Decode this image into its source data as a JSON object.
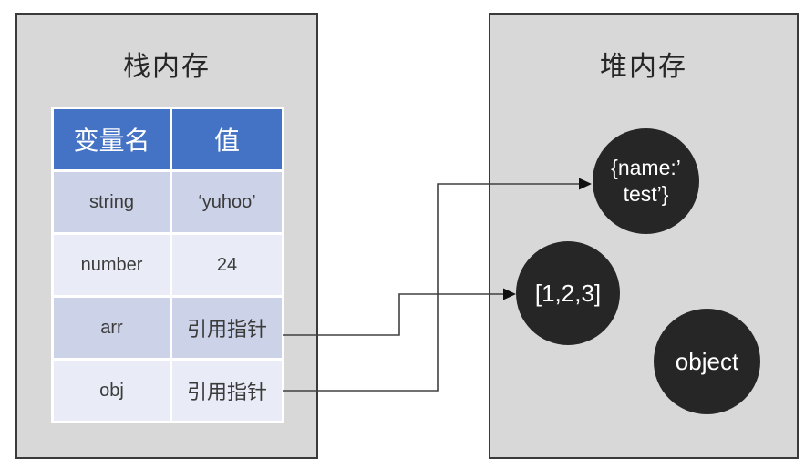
{
  "stack_panel": {
    "title": "栈内存",
    "table": {
      "headers": [
        "变量名",
        "值"
      ],
      "rows": [
        {
          "name": "string",
          "value": "‘yuhoo’"
        },
        {
          "name": "number",
          "value": "24"
        },
        {
          "name": "arr",
          "value": "引用指针"
        },
        {
          "name": "obj",
          "value": "引用指针"
        }
      ]
    }
  },
  "heap_panel": {
    "title": "堆内存",
    "nodes": [
      {
        "id": "object-literal",
        "lines": [
          "{name:’",
          "test’}"
        ]
      },
      {
        "id": "array",
        "lines": [
          "[1,2,3]"
        ]
      },
      {
        "id": "object",
        "lines": [
          "object"
        ]
      }
    ]
  },
  "arrows": [
    {
      "from": "arr 引用指针",
      "to": "[1,2,3]"
    },
    {
      "from": "obj 引用指针",
      "to": "{name:’ test’}"
    }
  ],
  "colors": {
    "table_header_bg": "#4472c4",
    "table_row_odd_bg": "#ccd3e8",
    "table_row_even_bg": "#e9ecf6",
    "panel_bg": "#d8d8d8",
    "panel_border": "#3a3a3a",
    "heap_node_bg": "#262626",
    "arrow_stroke": "#404040",
    "header_text": "#ffffff",
    "cell_text": "#3b3b3b"
  }
}
